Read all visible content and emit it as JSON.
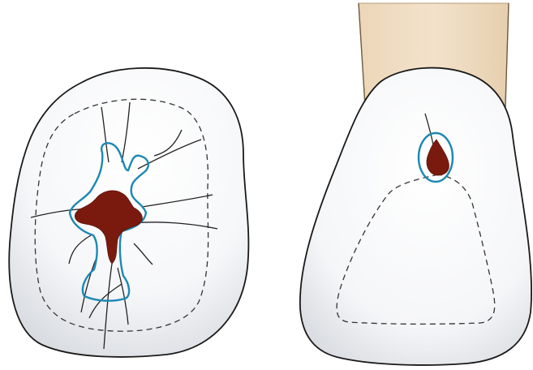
{
  "figure": {
    "colors": {
      "background": "#ffffff",
      "tooth_outline": "#1a1a1a",
      "tooth_fill": "#ffffff",
      "tooth_shade": "#d9dde2",
      "root": "#f2dfc4",
      "root_shade": "#e5cba8",
      "caries": "#7a1a0e",
      "outline_form": "#1d88b4",
      "margin_dash": "#333333",
      "fissures": "#222222"
    },
    "left_view": {
      "subject": "molar-occlusal-view",
      "features": [
        "dashed-cusp-margin",
        "fissure-lines",
        "caries-lesion",
        "cavity-outline-form"
      ]
    },
    "right_view": {
      "subject": "incisor-lingual-view",
      "features": [
        "root",
        "dashed-cingulum-margin",
        "pit-lesion",
        "cavity-outline-form"
      ]
    }
  }
}
